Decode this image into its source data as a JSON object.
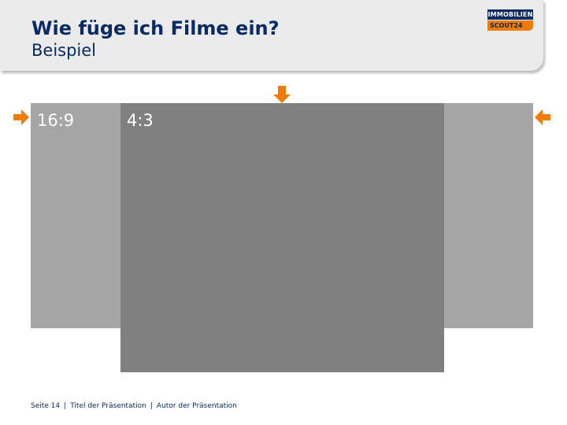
{
  "header": {
    "title": "Wie füge ich Filme ein?",
    "subtitle": "Beispiel"
  },
  "logo": {
    "line1": "IMMOBILIEN",
    "line2": "SCOUT24"
  },
  "frames": {
    "wide_label": "16:9",
    "standard_label": "4:3"
  },
  "footer": {
    "page": "Seite 14",
    "separator": "|",
    "presentation_title": "Titel der Präsentation",
    "author": "Autor der Präsentation"
  },
  "colors": {
    "brand_blue": "#0a2a63",
    "brand_orange": "#f07d00",
    "frame_wide": "#a6a6a6",
    "frame_standard": "#808080"
  },
  "icons": {
    "left_marker": "arrow-right-icon",
    "right_marker": "arrow-left-icon",
    "top_marker": "arrow-down-icon"
  }
}
